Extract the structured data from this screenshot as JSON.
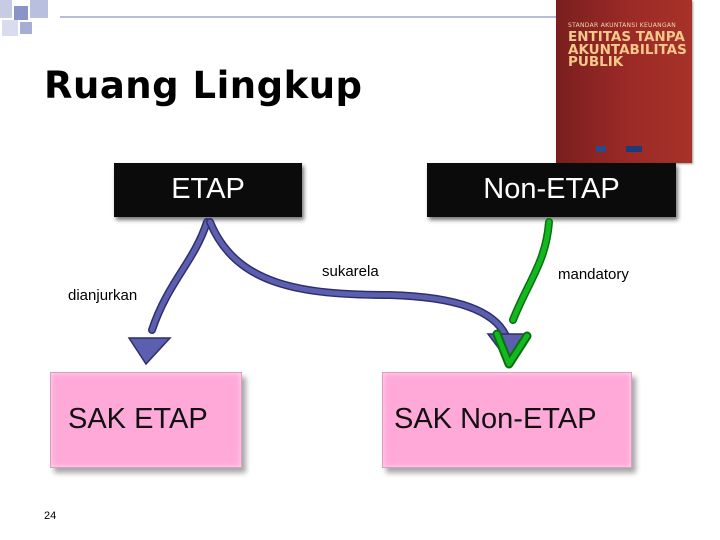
{
  "title": "Ruang Lingkup",
  "book": {
    "series": "STANDAR AKUNTANSI KEUANGAN",
    "title": "ENTITAS TANPA AKUNTABILITAS PUBLIK"
  },
  "nodes": {
    "etap": "ETAP",
    "non_etap": "Non-ETAP",
    "sak_etap": "SAK ETAP",
    "sak_non_etap": "SAK Non-ETAP"
  },
  "edges": {
    "dianjurkan": "dianjurkan",
    "sukarela": "sukarela",
    "mandatory": "mandatory"
  },
  "colors": {
    "blue_arrow": "#5b5fad",
    "green_arrow": "#13b81f",
    "deco_square": "#8b94c8",
    "pink_box": "#ffa9d9",
    "book_red": "#9c2a26"
  },
  "page_number": "24"
}
